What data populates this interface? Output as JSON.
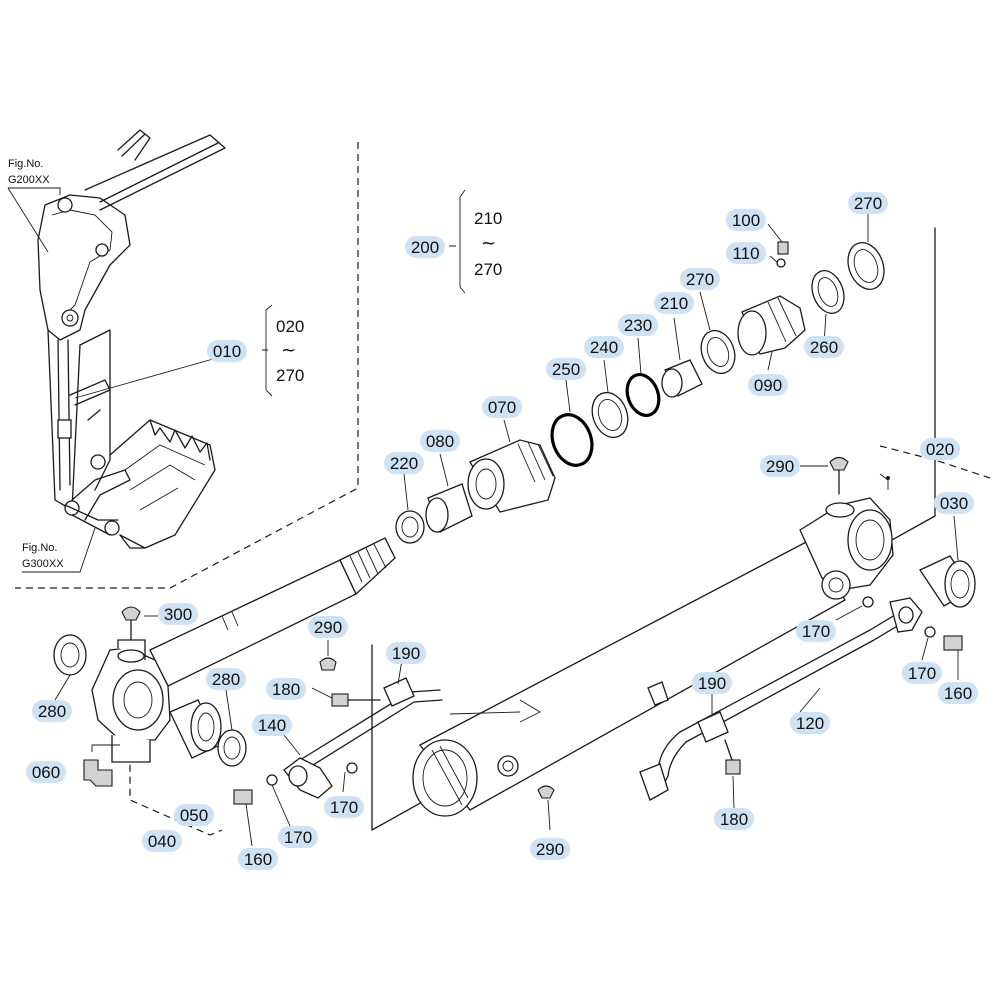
{
  "figure_refs": {
    "top": {
      "line1": "Fig.No.",
      "line2": "G200XX"
    },
    "bottom": {
      "line1": "Fig.No.",
      "line2": "G300XX"
    }
  },
  "ranges": {
    "assembly_010": {
      "from": "020",
      "to": "270",
      "tilde": "~"
    },
    "kit_200": {
      "from": "210",
      "to": "270",
      "tilde": "~"
    }
  },
  "callouts": [
    "010",
    "200",
    "100",
    "110",
    "270",
    "270",
    "210",
    "230",
    "240",
    "250",
    "070",
    "080",
    "220",
    "260",
    "090",
    "290",
    "020",
    "030",
    "300",
    "280",
    "280",
    "290",
    "190",
    "180",
    "140",
    "060",
    "050",
    "170",
    "170",
    "040",
    "160",
    "290",
    "170",
    "170",
    "190",
    "120",
    "160",
    "180"
  ],
  "colors": {
    "highlight": "#cfe2f3",
    "ink": "#1a1a1a",
    "background": "#ffffff"
  }
}
